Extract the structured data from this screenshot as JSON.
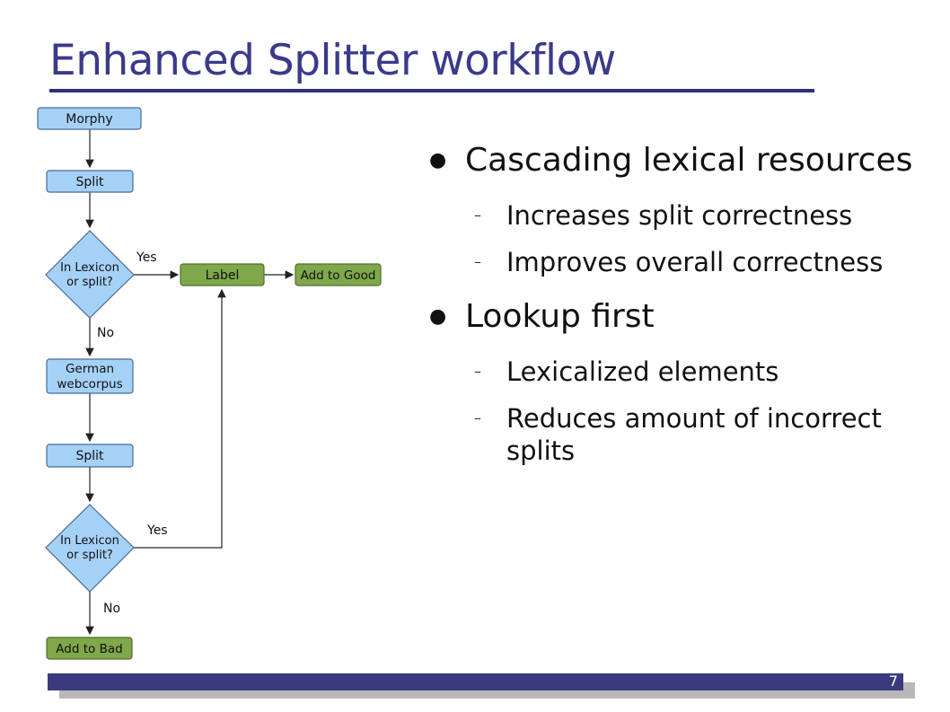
{
  "title": "Enhanced Splitter workflow",
  "flow": {
    "nodes": {
      "morphy": "Morphy",
      "split1": "Split",
      "decision1_line1": "In Lexicon",
      "decision1_line2": "or split?",
      "label": "Label",
      "add_good": "Add to Good",
      "german_line1": "German",
      "german_line2": "webcorpus",
      "split2": "Split",
      "decision2_line1": "In Lexicon",
      "decision2_line2": "or split?",
      "add_bad": "Add to Bad"
    },
    "edges": {
      "yes1": "Yes",
      "no1": "No",
      "yes2": "Yes",
      "no2": "No"
    },
    "colors": {
      "blue_node": "#a6d1f7",
      "green_node": "#7fa84a",
      "node_border": "#4a6a96"
    }
  },
  "bullets": [
    {
      "text": "Cascading lexical resources",
      "sub": [
        "Increases split correctness",
        "Improves overall correctness"
      ]
    },
    {
      "text": "Lookup first",
      "sub": [
        "Lexicalized elements",
        "Reduces amount of incorrect splits"
      ]
    }
  ],
  "page_number": "7"
}
